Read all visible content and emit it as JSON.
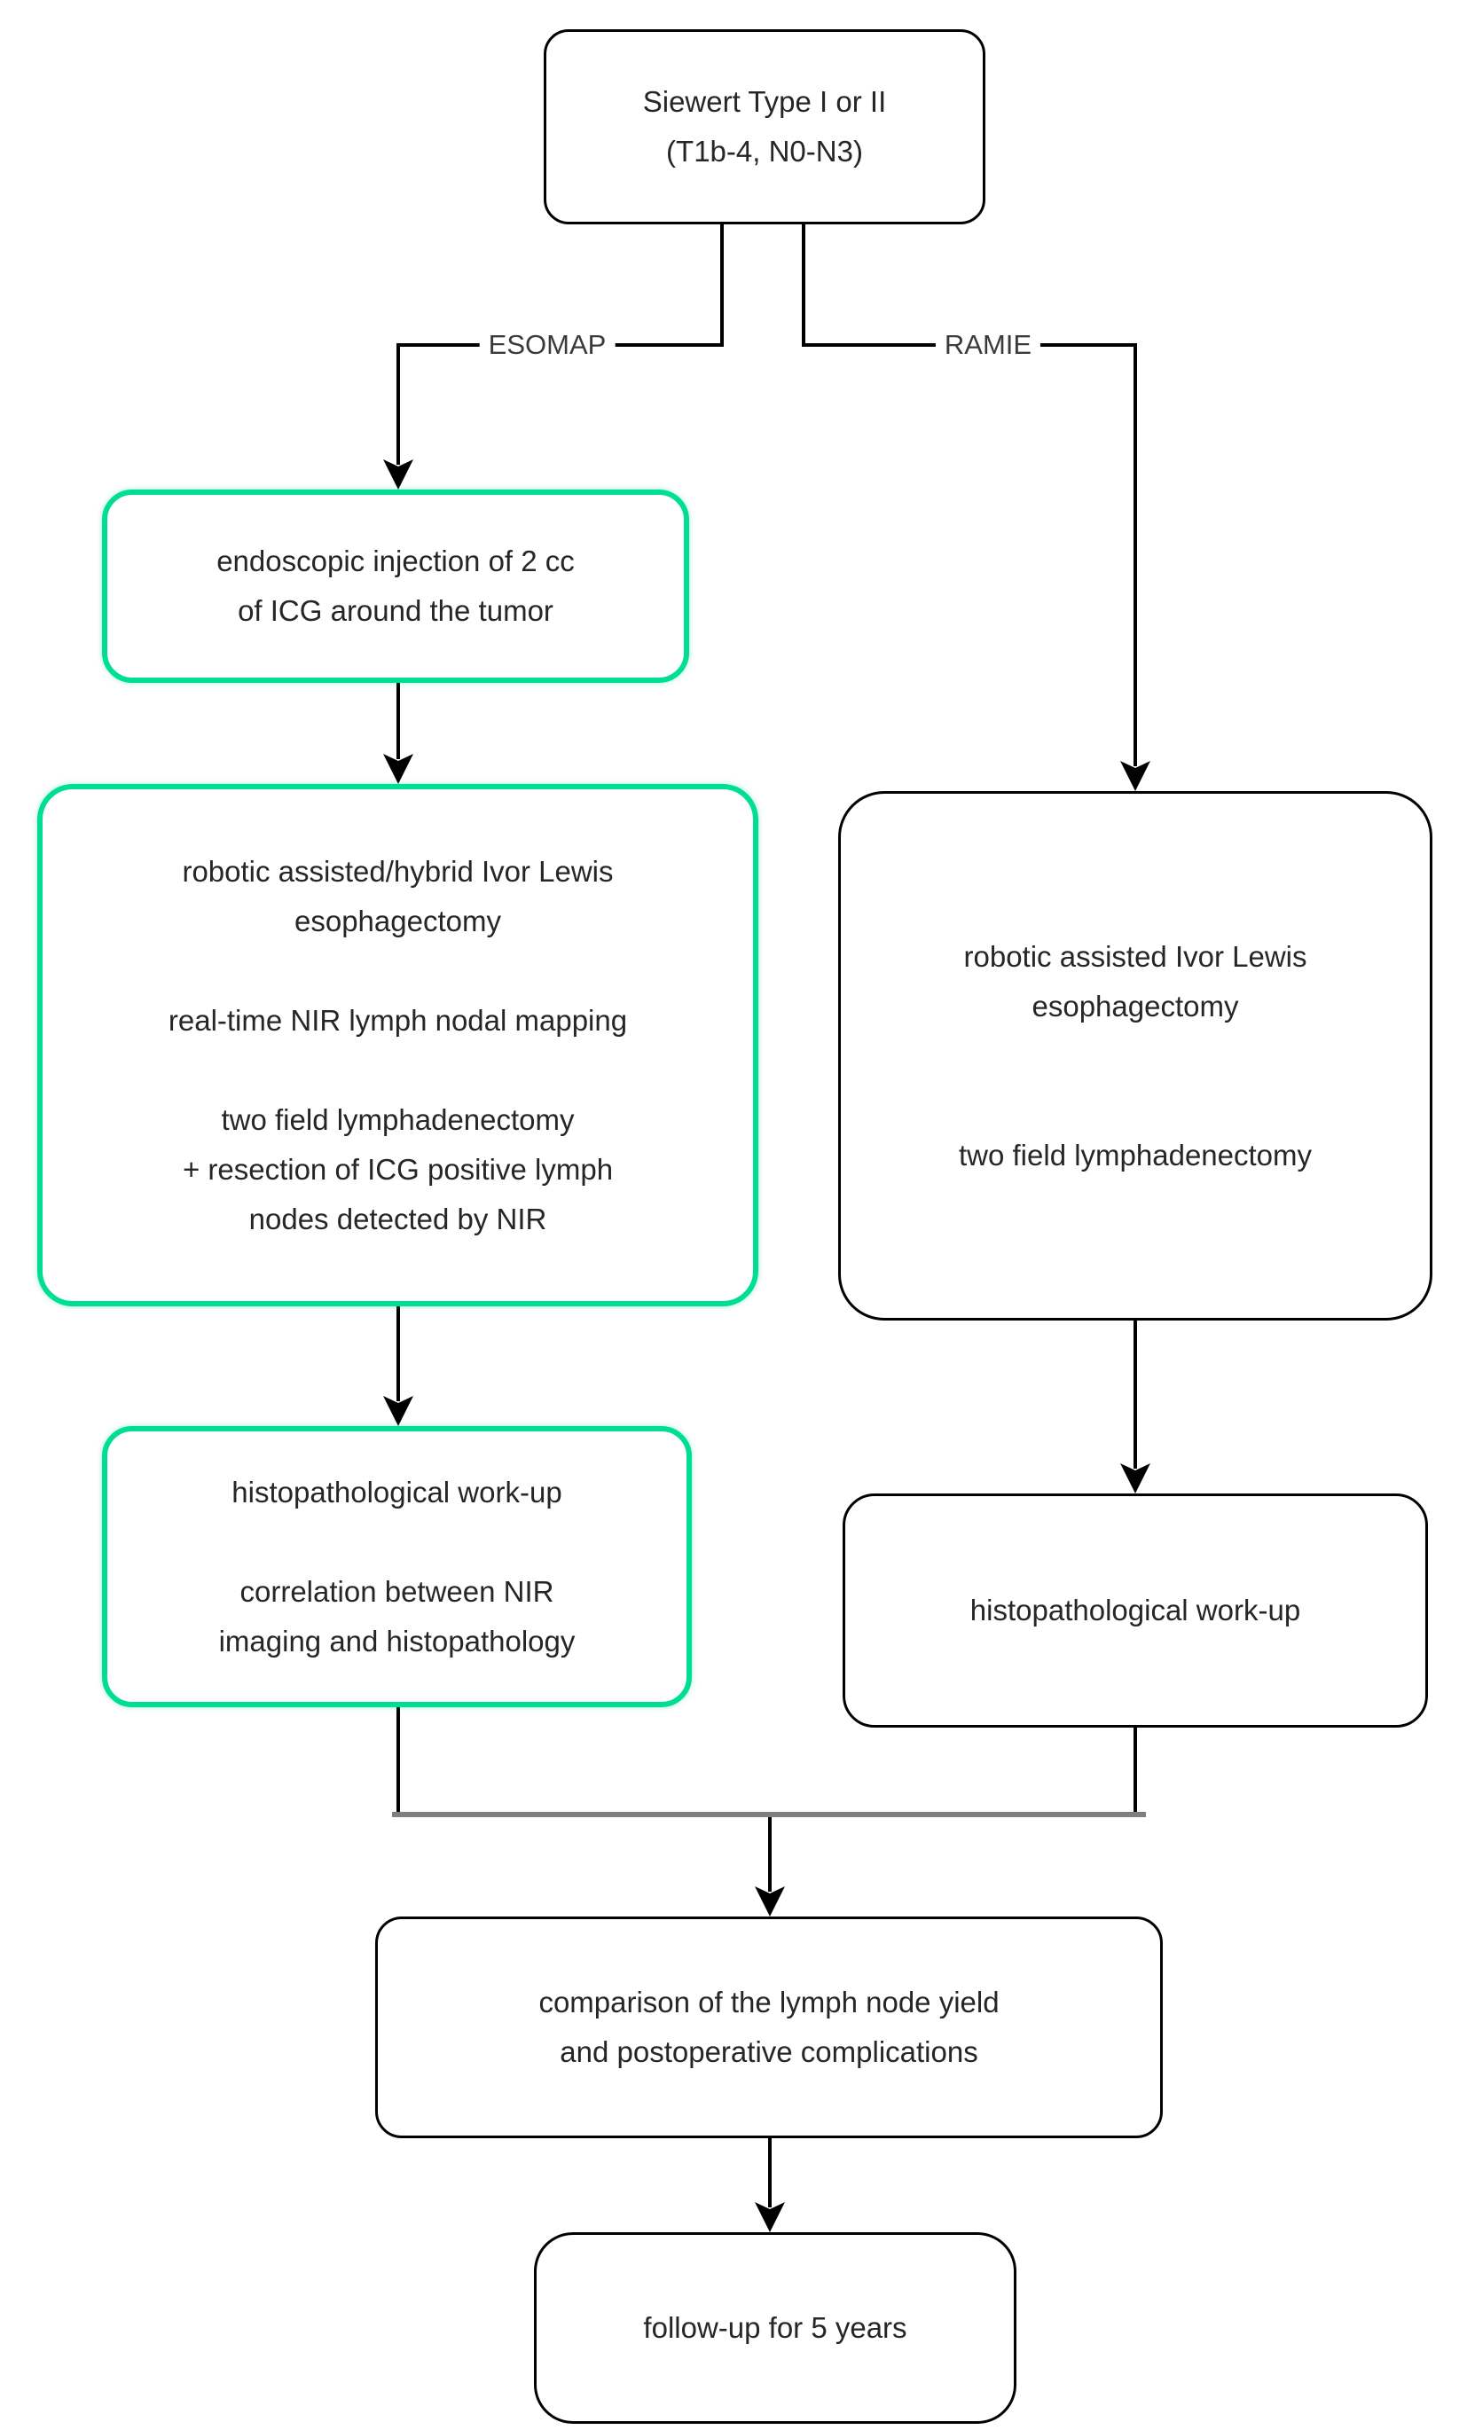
{
  "flowchart": {
    "colors": {
      "accent_green": "#00DE92",
      "connector_black": "#000000",
      "merge_bar_gray": "#7F7F7F",
      "text": "#262626"
    },
    "branch_labels": {
      "esomap": "ESOMAP",
      "ramie": "RAMIE"
    },
    "nodes": {
      "siewert": {
        "lines": [
          "Siewert Type I or II",
          "(T1b-4, N0-N3)"
        ]
      },
      "icg_injection": {
        "lines": [
          "endoscopic injection of 2 cc",
          "of ICG around the tumor"
        ]
      },
      "esomap_surgery": {
        "paragraphs": [
          {
            "lines": [
              "robotic assisted/hybrid Ivor Lewis",
              "esophagectomy"
            ]
          },
          {
            "lines": [
              "real-time NIR lymph nodal mapping"
            ]
          },
          {
            "lines": [
              "two field lymphadenectomy",
              "+ resection of ICG positive lymph",
              "nodes detected by NIR"
            ]
          }
        ]
      },
      "esomap_histo": {
        "paragraphs": [
          {
            "lines": [
              "histopathological work-up"
            ]
          },
          {
            "lines": [
              "correlation between NIR",
              "imaging and histopathology"
            ]
          }
        ]
      },
      "ramie_surgery": {
        "paragraphs": [
          {
            "lines": [
              "robotic assisted Ivor Lewis",
              "esophagectomy"
            ]
          },
          {
            "lines": [
              "two field lymphadenectomy"
            ]
          }
        ]
      },
      "ramie_histo": {
        "lines": [
          "histopathological work-up"
        ]
      },
      "comparison": {
        "lines": [
          "comparison of the lymph node yield",
          "and postoperative complications"
        ]
      },
      "followup": {
        "lines": [
          "follow-up for 5 years"
        ]
      }
    }
  }
}
